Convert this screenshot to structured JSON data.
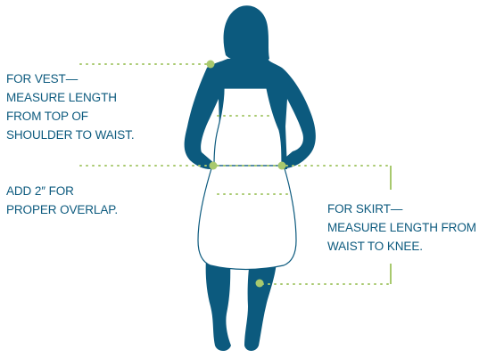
{
  "colors": {
    "silhouette": "#0c5a7e",
    "apron": "#ffffff",
    "apron_outline": "#0c5a7e",
    "guide": "#a8c96e",
    "text": "#0c5a7e"
  },
  "notes": {
    "vest": {
      "lines": [
        "FOR VEST—",
        "MEASURE LENGTH",
        "FROM TOP OF",
        "SHOULDER TO WAIST."
      ]
    },
    "overlap": {
      "lines": [
        "ADD 2″ FOR",
        "PROPER OVERLAP."
      ]
    },
    "skirt": {
      "lines": [
        "FOR SKIRT—",
        "MEASURE LENGTH FROM",
        "WAIST TO KNEE."
      ]
    }
  }
}
